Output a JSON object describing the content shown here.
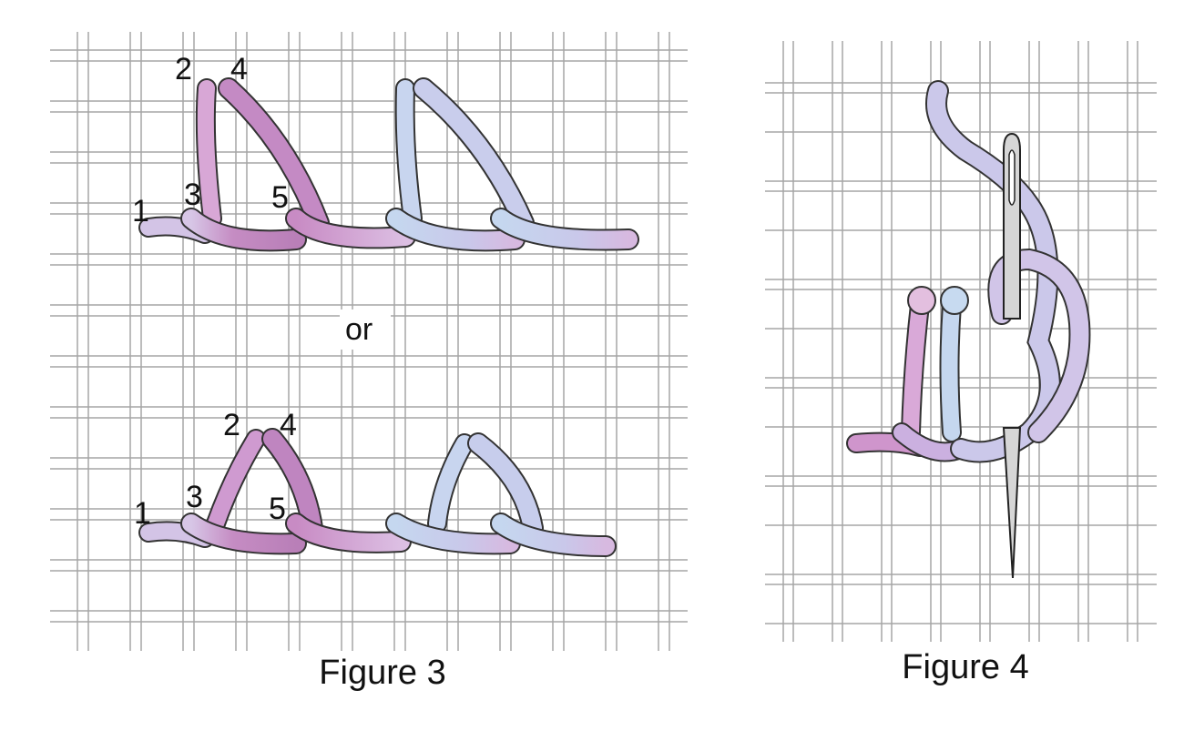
{
  "figure3": {
    "caption": "Figure 3",
    "separator": "or",
    "top_row_labels": [
      "1",
      "2",
      "3",
      "4",
      "5"
    ],
    "bottom_row_labels": [
      "1",
      "2",
      "3",
      "4",
      "5"
    ]
  },
  "figure4": {
    "caption": "Figure 4"
  },
  "colors": {
    "grid_line": "#9a9a9a",
    "thread_pink": "#c98fc4",
    "thread_pink_dark": "#b57ab3",
    "thread_blue": "#c3d3ee",
    "thread_lavender": "#c9c5e6",
    "outline": "#333333",
    "needle": "#d8d8d8"
  }
}
